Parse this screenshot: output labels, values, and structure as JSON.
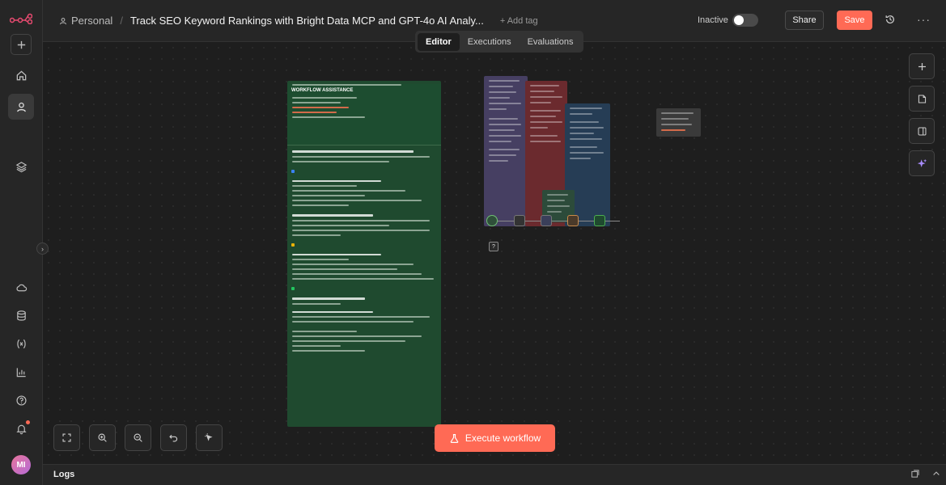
{
  "header": {
    "project": "Personal",
    "workflow_title": "Track SEO Keyword Rankings with Bright Data MCP and GPT-4o AI Analy...",
    "add_tag": "+ Add tag",
    "status_label": "Inactive",
    "share_label": "Share",
    "save_label": "Save"
  },
  "tabs": [
    {
      "label": "Editor",
      "active": true
    },
    {
      "label": "Executions",
      "active": false
    },
    {
      "label": "Evaluations",
      "active": false
    }
  ],
  "canvas": {
    "big_note_title": "WORKFLOW ASSISTANCE",
    "q_node_label": "?"
  },
  "execute_label": "Execute workflow",
  "logs_label": "Logs",
  "avatar_initials": "MI",
  "colors": {
    "accent": "#ff6a55",
    "sticky_green": "#1f4a2f",
    "sticky_purple": "#463f62",
    "sticky_red": "#6b2a2e",
    "sticky_blue": "#263d55"
  },
  "icons": {
    "sidebar": [
      "n8n-logo-icon",
      "plus-icon",
      "home-icon",
      "user-icon",
      "layers-icon",
      "cloud-icon",
      "database-icon",
      "variables-icon",
      "chart-icon",
      "help-icon",
      "bell-icon"
    ],
    "canvas_right": [
      "plus-icon",
      "sticky-note-icon",
      "panel-icon",
      "sparkle-icon"
    ],
    "canvas_bottom": [
      "fit-view-icon",
      "zoom-in-icon",
      "zoom-out-icon",
      "undo-icon",
      "tidy-up-icon"
    ]
  }
}
